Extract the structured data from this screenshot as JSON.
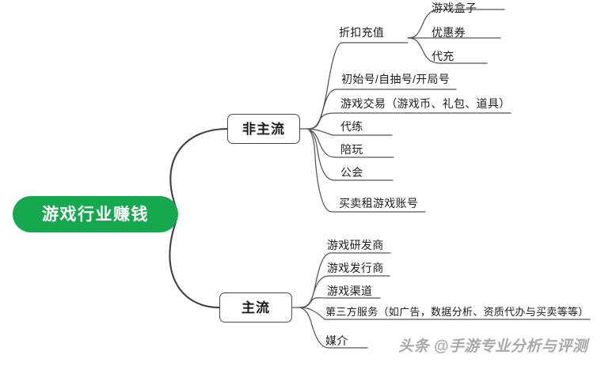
{
  "diagram": {
    "type": "mindmap",
    "root": {
      "label": "游戏行业赚钱",
      "color": "#16a84e",
      "text_color": "#ffffff"
    },
    "branches": [
      {
        "label": "非主流",
        "children": [
          {
            "label": "折扣充值",
            "children": [
              {
                "label": "游戏盒子"
              },
              {
                "label": "优惠券"
              },
              {
                "label": "代充"
              }
            ]
          },
          {
            "label": "初始号/自抽号/开局号"
          },
          {
            "label": "游戏交易（游戏币、礼包、道具）"
          },
          {
            "label": "代练"
          },
          {
            "label": "陪玩"
          },
          {
            "label": "公会"
          },
          {
            "label": "买卖租游戏账号"
          }
        ]
      },
      {
        "label": "主流",
        "children": [
          {
            "label": "游戏研发商"
          },
          {
            "label": "游戏发行商"
          },
          {
            "label": "游戏渠道"
          },
          {
            "label": "第三方服务（如广告，数据分析、资质代办与买卖等等）"
          },
          {
            "label": "媒介"
          }
        ]
      }
    ],
    "watermark": "头条 @手游专业分析与评测",
    "line_color": "#3f3f3f",
    "leaf_line_color": "#707070"
  }
}
